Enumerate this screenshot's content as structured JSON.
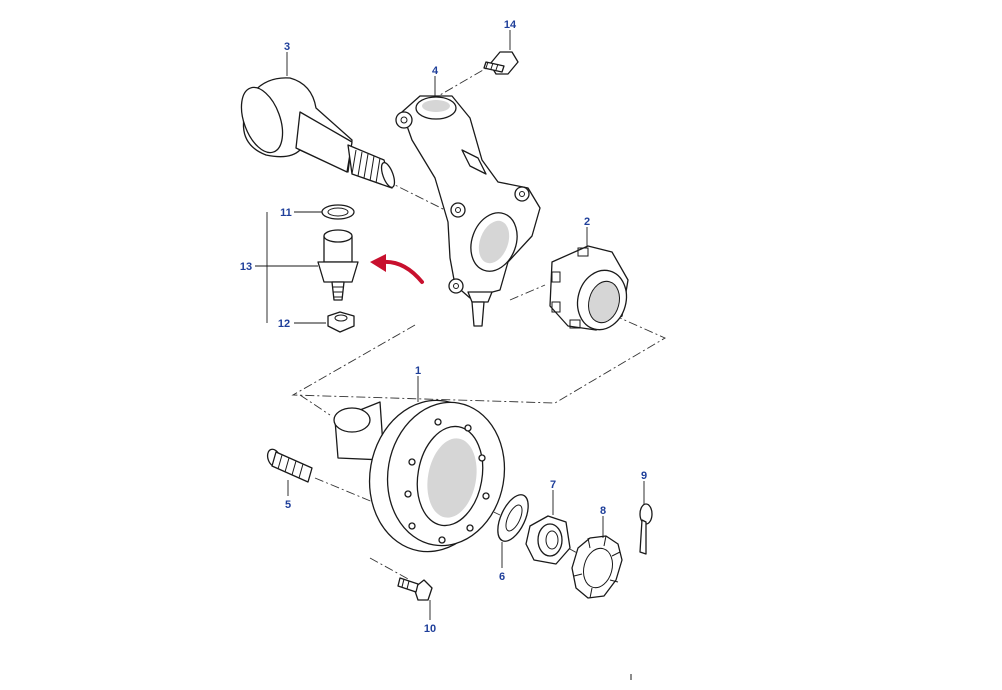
{
  "callouts": {
    "c1": "1",
    "c2": "2",
    "c3": "3",
    "c4": "4",
    "c5": "5",
    "c6": "6",
    "c7": "7",
    "c8": "8",
    "c9": "9",
    "c10": "10",
    "c11": "11",
    "c12": "12",
    "c13": "13",
    "c14": "14"
  },
  "colors": {
    "callout_text": "#1f3f9a",
    "arrow": "#c8102e",
    "line": "#1a1a1a"
  },
  "icons": {
    "direction_arrow": "curved-arrow-icon"
  }
}
